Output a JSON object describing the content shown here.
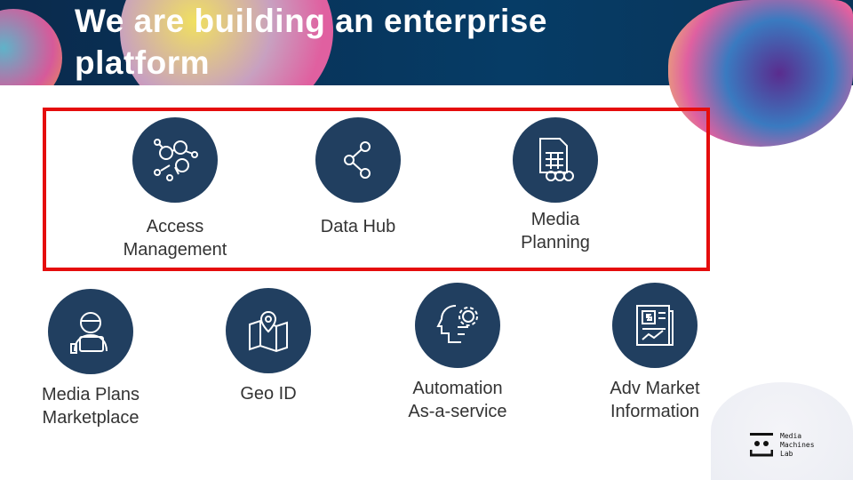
{
  "title": "We are building an enterprise platform",
  "highlighted": [
    {
      "label1": "Access",
      "label2": "Management",
      "icon": "network-users-icon"
    },
    {
      "label1": "Data Hub",
      "label2": "",
      "icon": "share-icon"
    },
    {
      "label1": "Media",
      "label2": "Planning",
      "icon": "document-coins-icon"
    }
  ],
  "others": [
    {
      "label1": "Media Plans",
      "label2": "Marketplace",
      "icon": "user-laptop-icon"
    },
    {
      "label1": "Geo ID",
      "label2": "",
      "icon": "map-pin-icon"
    },
    {
      "label1": "Automation",
      "label2": "As-a-service",
      "icon": "head-gear-icon"
    },
    {
      "label1": "Adv Market",
      "label2": "Information",
      "icon": "newspaper-chart-icon"
    }
  ],
  "logo": {
    "line1": "Media",
    "line2": "Machines",
    "line3": "Lab"
  },
  "colors": {
    "circle": "#213f60",
    "highlight": "#e50d0d",
    "header": "#063c66"
  }
}
